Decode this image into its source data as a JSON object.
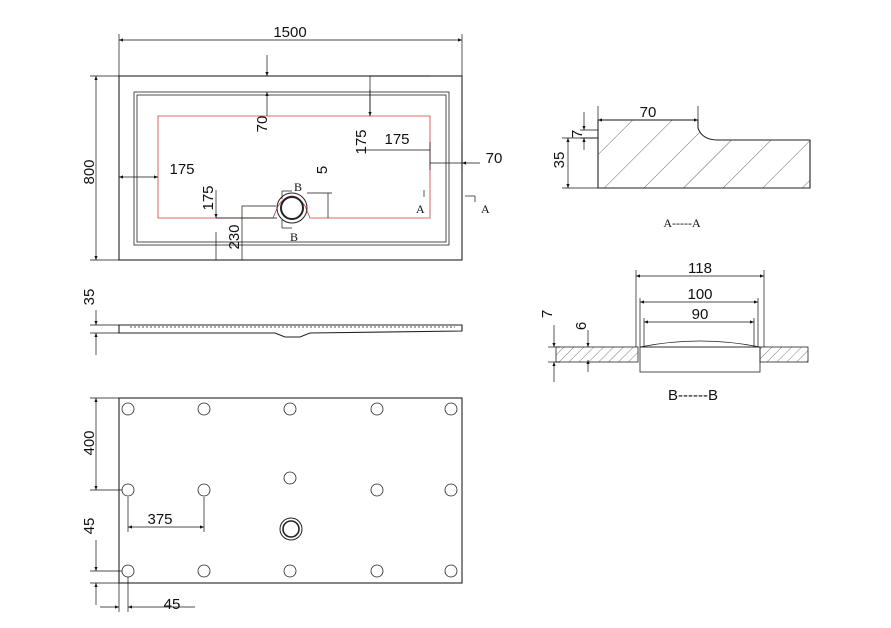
{
  "top_view": {
    "dim_width": "1500",
    "dim_height": "800",
    "dim_border_top": "70",
    "dim_inner_top": "175",
    "dim_inner_side": "175",
    "dim_border_right": "70",
    "dim_left": "175",
    "dim_drain_gap": "5",
    "dim_drain_y": "175",
    "dim_drain_bottom": "230",
    "section_a_left": "A",
    "section_a_right": "A",
    "section_b_top": "B",
    "section_b_bottom": "B"
  },
  "side_view": {
    "dim_height": "35"
  },
  "bottom_view": {
    "dim_vertical_400": "400",
    "dim_vertical_45": "45",
    "dim_horizontal_375": "375",
    "dim_horizontal_45": "45"
  },
  "section_a": {
    "dim_width": "70",
    "dim_lip": "7",
    "dim_height": "35",
    "caption": "A-----A"
  },
  "section_b": {
    "dim_118": "118",
    "dim_100": "100",
    "dim_90": "90",
    "dim_7": "7",
    "dim_6": "6",
    "caption": "B------B"
  }
}
